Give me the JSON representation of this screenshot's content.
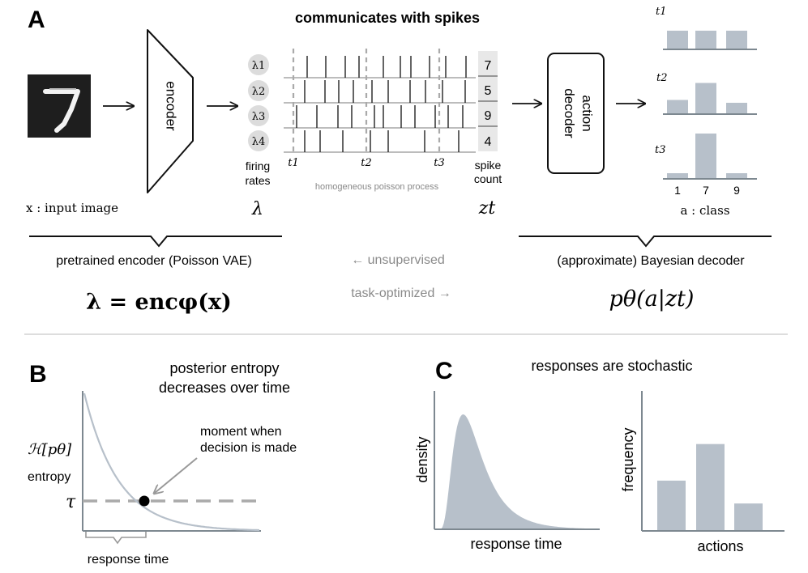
{
  "panelA": {
    "letter": "A",
    "title": "communicates with spikes",
    "input_label": "x : input image",
    "encoder_label": "encoder",
    "lambdas": [
      "λ1",
      "λ2",
      "λ3",
      "λ4"
    ],
    "firing_rates": [
      "firing",
      "rates"
    ],
    "lambda_symbol": "λ",
    "time_ticks": [
      "t1",
      "t2",
      "t3"
    ],
    "poisson_label": "homogeneous poisson process",
    "spike_counts": [
      "7",
      "5",
      "9",
      "4"
    ],
    "spike_count_label": [
      "spike",
      "count"
    ],
    "z_symbol": "zt",
    "decoder_label": [
      "action",
      "decoder"
    ],
    "hist_times": [
      "t1",
      "t2",
      "t3"
    ],
    "hist_classes": [
      "1",
      "7",
      "9"
    ],
    "class_label": "a : class",
    "encoder_caption": "pretrained encoder (Poisson VAE)",
    "unsupervised_label": "← unsupervised",
    "task_label": "task-optimized →",
    "decoder_caption": "(approximate) Bayesian decoder",
    "encoder_equation": "λ = encφ(x)",
    "decoder_equation": "pθ(a|zt)"
  },
  "panelB": {
    "letter": "B",
    "title_lines": [
      "posterior entropy",
      "decreases over time"
    ],
    "y_symbol": "ℋ[pθ]",
    "y_label": "entropy",
    "tau_symbol": "τ",
    "annotation_lines": [
      "moment when",
      "decision is made"
    ],
    "x_label": "response time"
  },
  "panelC": {
    "letter": "C",
    "title": "responses are stochastic",
    "left_ylabel": "density",
    "left_xlabel": "response time",
    "right_ylabel": "frequency",
    "right_xlabel": "actions"
  },
  "histograms": [
    {
      "time": "t1",
      "values": [
        0.33,
        0.33,
        0.33
      ]
    },
    {
      "time": "t2",
      "values": [
        0.25,
        0.55,
        0.2
      ]
    },
    {
      "time": "t3",
      "values": [
        0.1,
        0.8,
        0.1
      ]
    }
  ],
  "action_frequencies": [
    0.55,
    0.95,
    0.3
  ],
  "colors": {
    "bar": "#b7c0ca",
    "axis": "#7d8890",
    "dash": "#aaaaaa",
    "muted_text": "#8a8a8a",
    "lambda_circle": "#dcdcdc",
    "spike_count_box": "#e8e8e8"
  }
}
